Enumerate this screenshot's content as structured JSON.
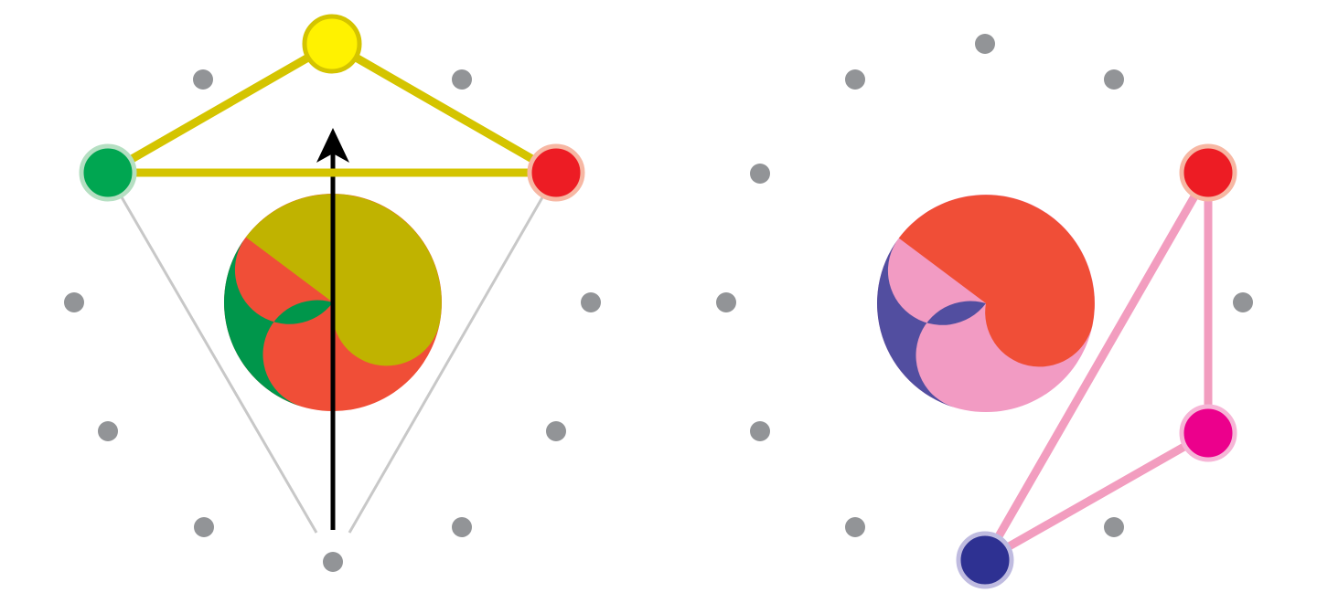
{
  "colors": {
    "background": "#ffffff",
    "dot": "#929497",
    "guide_line": "#c8c8c8",
    "arrow": "#000000",
    "left_triangle_edge": "#d4c400",
    "right_triangle_edge": "#f29dbf"
  },
  "left_diagram": {
    "nodes": [
      {
        "name": "yellow-node",
        "fill": "#fff200",
        "ring": "#d4c400"
      },
      {
        "name": "green-node",
        "fill": "#00a651",
        "ring": "#b5dfc2"
      },
      {
        "name": "red-node",
        "fill": "#ed1c24",
        "ring": "#f7b7a3"
      }
    ],
    "swirl": {
      "green": "#00964b",
      "olive": "#c0b300",
      "orange_red": "#f04e37"
    }
  },
  "right_diagram": {
    "nodes": [
      {
        "name": "red-node",
        "fill": "#ed1c24",
        "ring": "#f7b7a3"
      },
      {
        "name": "magenta-node",
        "fill": "#ec008c",
        "ring": "#f6b5d6"
      },
      {
        "name": "navy-node",
        "fill": "#2e3192",
        "ring": "#bfbbe0"
      }
    ],
    "swirl": {
      "purple": "#524ea0",
      "orange_red": "#f04e37",
      "pink": "#f29bc3"
    }
  }
}
